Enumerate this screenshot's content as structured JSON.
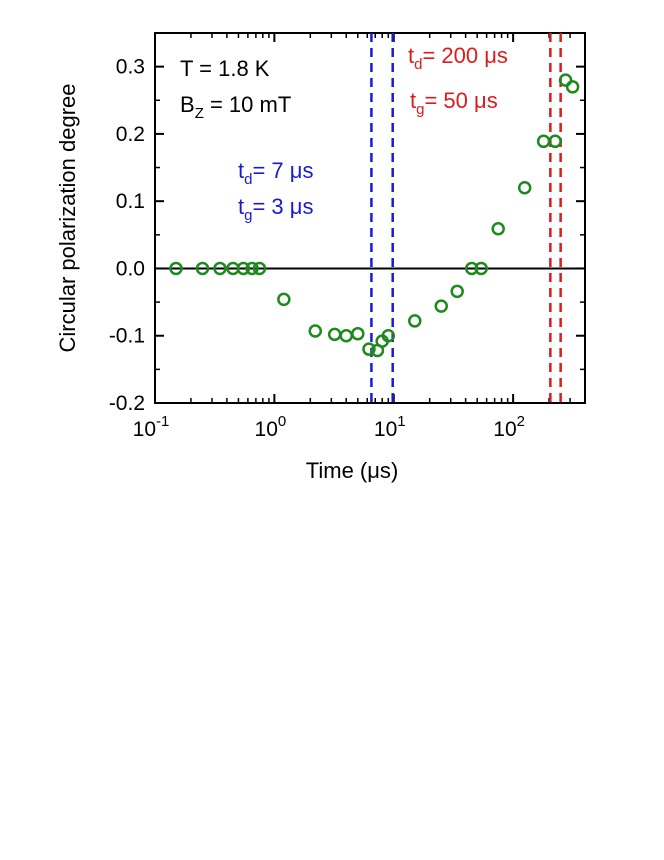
{
  "chart_data": {
    "type": "scatter",
    "xlabel_prefix": "Time (",
    "xlabel_unit": "μs",
    "xlabel_suffix": ")",
    "ylabel": "Circular polarization degree",
    "x_scale": "log",
    "xlim": [
      0.1,
      400
    ],
    "ylim": [
      -0.2,
      0.35
    ],
    "x_ticks": [
      {
        "base": "10",
        "exp": "-1",
        "value": 0.1
      },
      {
        "base": "10",
        "exp": "0",
        "value": 1
      },
      {
        "base": "10",
        "exp": "1",
        "value": 10
      },
      {
        "base": "10",
        "exp": "2",
        "value": 100
      }
    ],
    "y_ticks": [
      {
        "label": "-0.2",
        "value": -0.2
      },
      {
        "label": "-0.1",
        "value": -0.1
      },
      {
        "label": "0.0",
        "value": 0.0
      },
      {
        "label": "0.1",
        "value": 0.1
      },
      {
        "label": "0.2",
        "value": 0.2
      },
      {
        "label": "0.3",
        "value": 0.3
      }
    ],
    "grid": false,
    "marker_color": "#1e8a1e",
    "series": [
      {
        "x": [
          0.15,
          0.25,
          0.35,
          0.45,
          0.55,
          0.65,
          0.75,
          1.2,
          2.2,
          3.2,
          4.0,
          5.0,
          6.2,
          7.3,
          8.0,
          9.0,
          15,
          25,
          34,
          45,
          54,
          75,
          125,
          180,
          225,
          275,
          315
        ],
        "y": [
          0.0,
          0.0,
          0.0,
          0.0,
          0.0,
          0.0,
          0.0,
          -0.046,
          -0.093,
          -0.098,
          -0.1,
          -0.097,
          -0.12,
          -0.122,
          -0.108,
          -0.1,
          -0.078,
          -0.056,
          -0.034,
          0.0,
          0.0,
          0.059,
          0.12,
          0.189,
          0.189,
          0.28,
          0.27
        ]
      }
    ],
    "zero_line": 0.0,
    "vlines": [
      {
        "x": 6.5,
        "color": "#1a1ad6"
      },
      {
        "x": 9.8,
        "color": "#1a1ad6"
      },
      {
        "x": 205,
        "color": "#e01a1a"
      },
      {
        "x": 250,
        "color": "#e01a1a"
      }
    ],
    "annotations": {
      "temperature": "T = 1.8 K",
      "field_main": "B",
      "field_sub": "Z",
      "field_rest": " = 10 mT",
      "blue_td_main": "t",
      "blue_td_sub": "d",
      "blue_td_rest": "= 7 μs",
      "blue_tg_main": "t",
      "blue_tg_sub": "g",
      "blue_tg_rest": "= 3 μs",
      "red_td_main": "t",
      "red_td_sub": "d",
      "red_td_rest": "= 200 μs",
      "red_tg_main": "t",
      "red_tg_sub": "g",
      "red_tg_rest": "= 50 μs",
      "blue_color": "#1a1ad6",
      "red_color": "#e01a1a",
      "black_color": "#000000"
    }
  }
}
